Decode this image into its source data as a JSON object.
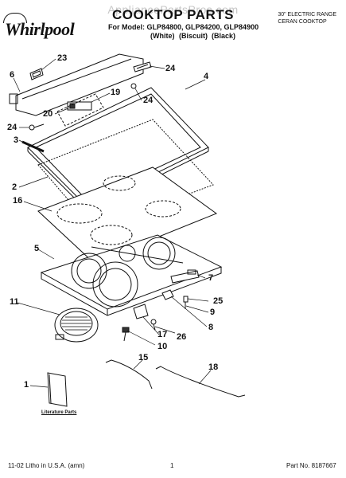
{
  "header": {
    "brand": "Whirlpool",
    "watermark": "AppliancePartsPros.com",
    "title": "COOKTOP PARTS",
    "models_line": "For Model: GLP84800, GLP84200, GLP84900",
    "colors": [
      "(White)",
      "(Biscuit)",
      "(Black)"
    ],
    "range_line1": "30\" ELECTRIC RANGE",
    "range_line2": "CERAN COOKTOP"
  },
  "literature_label": "Literature Parts",
  "callouts": [
    "23",
    "24",
    "6",
    "4",
    "19",
    "24",
    "20",
    "24",
    "3",
    "2",
    "16",
    "5",
    "7",
    "25",
    "9",
    "11",
    "8",
    "26",
    "17",
    "10",
    "15",
    "18",
    "1"
  ],
  "footer": {
    "left": "11-02 Litho in U.S.A. (amn)",
    "center": "1",
    "right": "Part No. 8187667"
  }
}
